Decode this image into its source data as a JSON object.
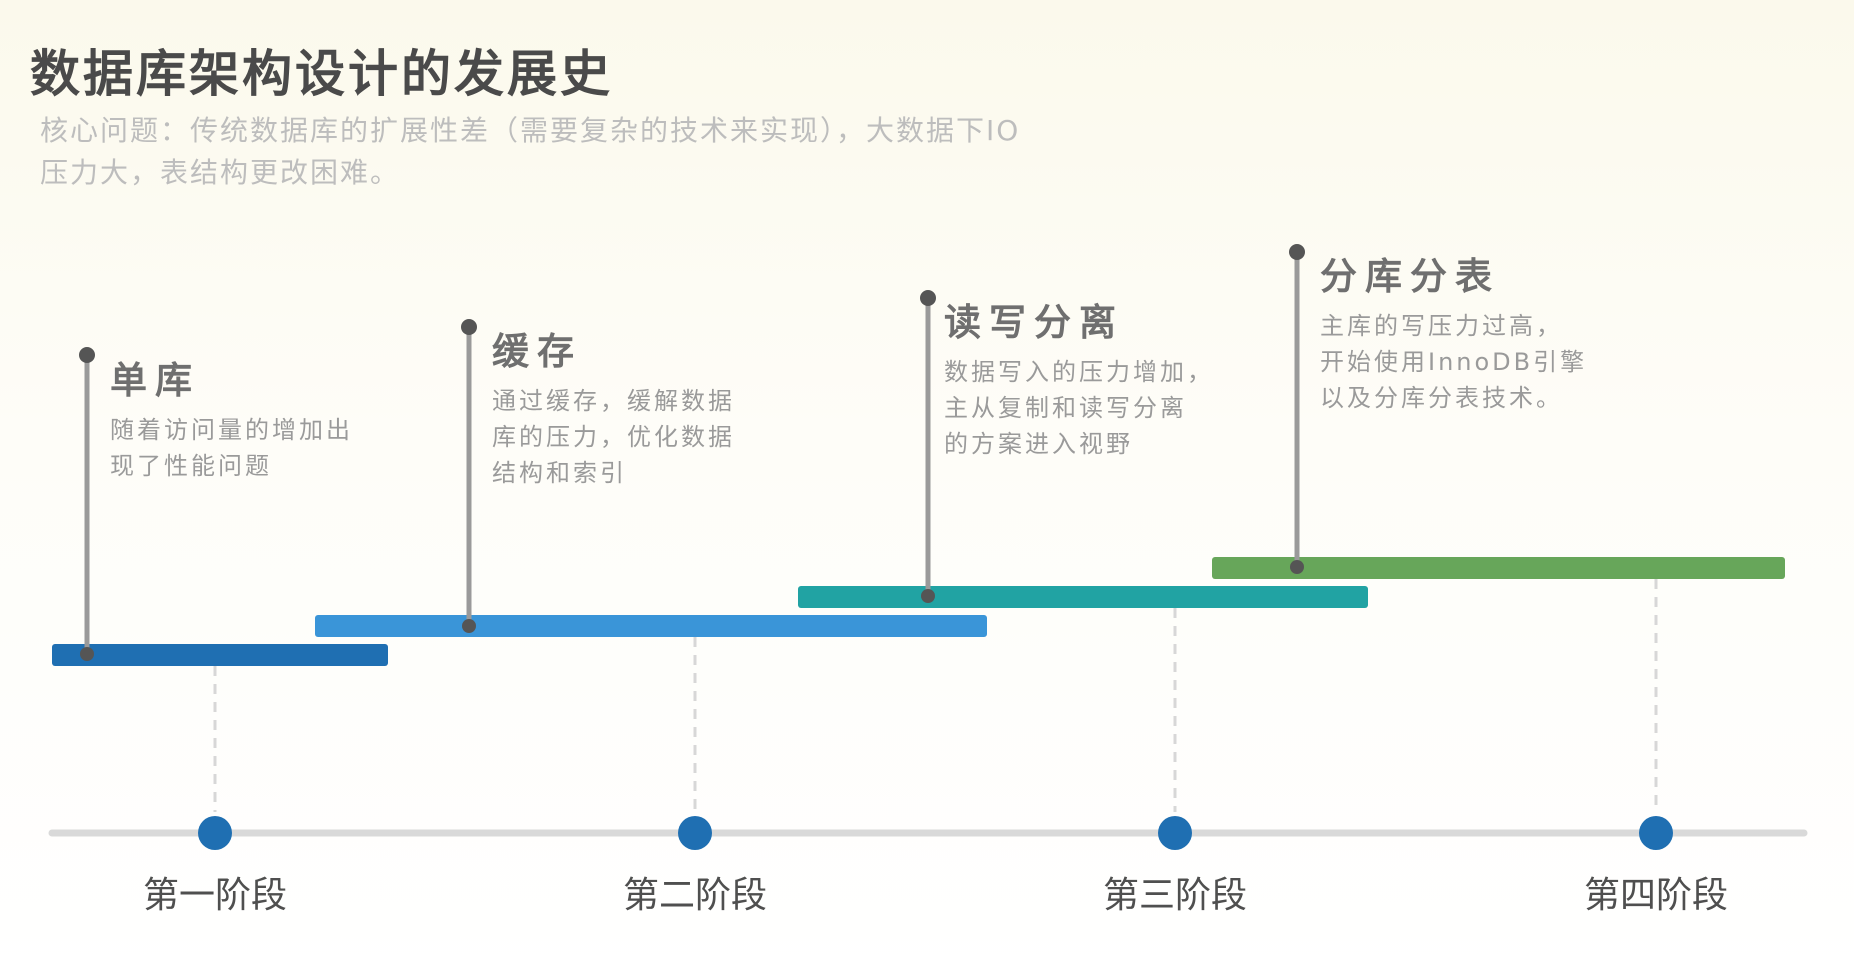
{
  "title": "数据库架构设计的发展史",
  "subtitle_lines": [
    "核心问题：传统数据库的扩展性差（需要复杂的技术来实现），大数据下IO",
    "压力大，表结构更改困难。"
  ],
  "colors": {
    "background": "#fbf9ec",
    "title": "#4a4a4a",
    "subtitle": "#bdbdbd",
    "timeline": "#d9d9d9",
    "dot": "#1f6fb2",
    "pin": "#9a9a9a",
    "pin_head": "#555555"
  },
  "stages": [
    {
      "label": "第一阶段",
      "title": "单库",
      "desc_lines": [
        "随着访问量的增加出",
        "现了性能问题"
      ],
      "color": "#1f6fb2"
    },
    {
      "label": "第二阶段",
      "title": "缓存",
      "desc_lines": [
        "通过缓存，缓解数据",
        "库的压力，优化数据",
        "结构和索引"
      ],
      "color": "#3a95d8"
    },
    {
      "label": "第三阶段",
      "title": "读写分离",
      "desc_lines": [
        "数据写入的压力增加，",
        "主从复制和读写分离",
        "的方案进入视野"
      ],
      "color": "#21a3a3"
    },
    {
      "label": "第四阶段",
      "title": "分库分表",
      "desc_lines": [
        "主库的写压力过高，",
        "开始使用InnoDB引擎",
        "以及分库分表技术。"
      ],
      "color": "#67a65a"
    }
  ]
}
